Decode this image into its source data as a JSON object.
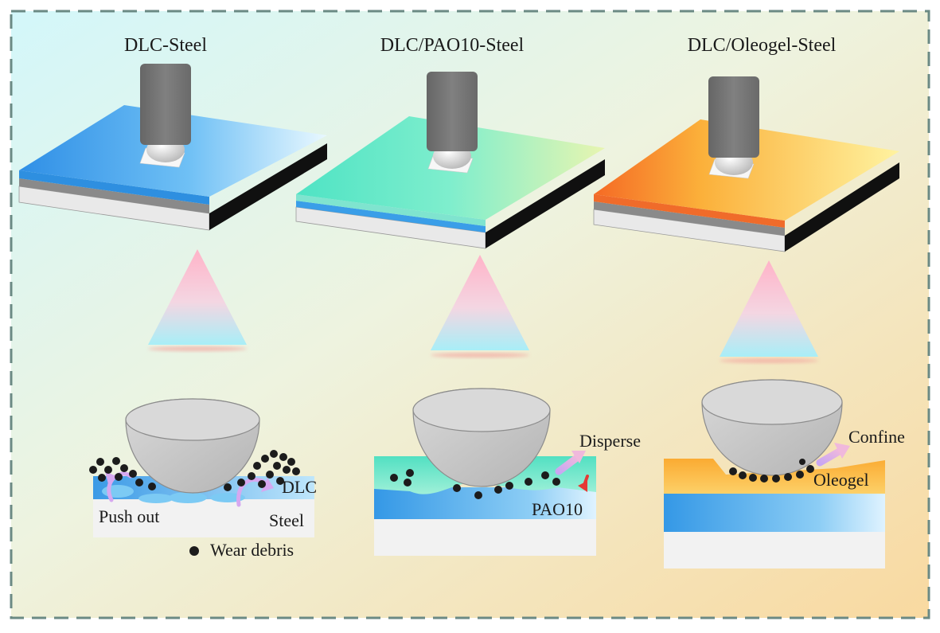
{
  "panels": [
    {
      "title": "DLC-Steel",
      "layer_labels": [
        "DLC",
        "Steel"
      ],
      "action_label": "Push out"
    },
    {
      "title": "DLC/PAO10-Steel",
      "layer_labels": [
        "PAO10"
      ],
      "action_label": "Disperse"
    },
    {
      "title": "DLC/Oleogel-Steel",
      "layer_labels": [
        "Oleogel"
      ],
      "action_label": "Confine"
    }
  ],
  "legend": {
    "label": "Wear debris"
  },
  "colors": {
    "background_start": "#d6f6f9",
    "background_end": "#f9dba4",
    "border": "#6b8a84",
    "dlc_blue": "#3e9ae8",
    "pao_green": "#5de7c4",
    "oleogel_orange": "#fbb23a",
    "ball_gray": "#c6c6c6",
    "indenter_gray": "#777777",
    "debris": "#1c1c1c",
    "arrow_purple": "#d6a8f0",
    "arrow_red": "#e53935"
  }
}
